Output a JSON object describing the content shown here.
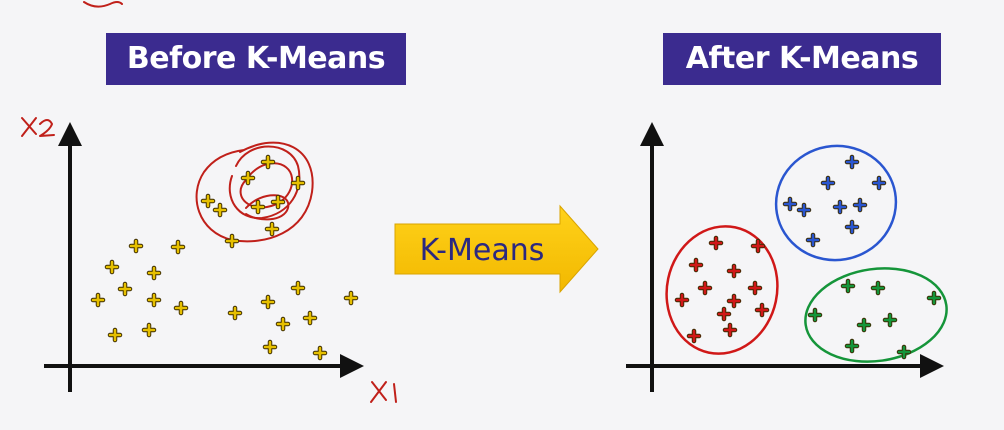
{
  "titles": {
    "before": "Before K-Means",
    "after": "After K-Means"
  },
  "arrow": {
    "label": "K-Means",
    "color": "#f5c400"
  },
  "axes": {
    "x_label": "X₁",
    "y_label": "X₂"
  },
  "colors": {
    "title_bg": "#3b2b8f",
    "point_before": "#e6c000",
    "cluster_red": "#d01818",
    "cluster_blue": "#2a56d0",
    "cluster_green": "#15953a",
    "annotation": "#c0201a"
  },
  "icons": {
    "point": "plus-marker-icon"
  }
}
